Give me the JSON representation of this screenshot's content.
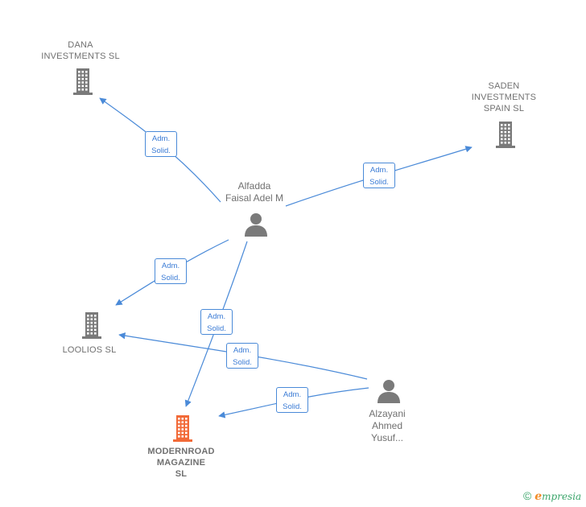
{
  "colors": {
    "edge": "#4a8ad8",
    "node_gray": "#7a7a7a",
    "node_focus": "#f26a38",
    "footer": "#3aa56a"
  },
  "nodes": {
    "dana": {
      "label": "DANA\nINVESTMENTS SL",
      "type": "company"
    },
    "saden": {
      "label": "SADEN\nINVESTMENTS\nSPAIN  SL",
      "type": "company"
    },
    "alfadda": {
      "label": "Alfadda\nFaisal Adel M",
      "type": "person"
    },
    "loolios": {
      "label": "LOOLIOS  SL",
      "type": "company"
    },
    "modernroad": {
      "label": "MODERNROAD\nMAGAZINE\nSL",
      "type": "company",
      "focus": true
    },
    "alzayani": {
      "label": "Alzayani\nAhmed\nYusuf...",
      "type": "person"
    }
  },
  "edges": [
    {
      "from": "alfadda",
      "to": "dana",
      "label": "Adm.\nSolid."
    },
    {
      "from": "alfadda",
      "to": "saden",
      "label": "Adm.\nSolid."
    },
    {
      "from": "alfadda",
      "to": "loolios",
      "label": "Adm.\nSolid."
    },
    {
      "from": "alfadda",
      "to": "modernroad",
      "label": "Adm.\nSolid."
    },
    {
      "from": "alzayani",
      "to": "loolios",
      "label": "Adm.\nSolid."
    },
    {
      "from": "alzayani",
      "to": "modernroad",
      "label": "Adm.\nSolid."
    }
  ],
  "footer": {
    "copyright": "©",
    "brand_initial": "e",
    "brand_rest": "mpresia"
  }
}
